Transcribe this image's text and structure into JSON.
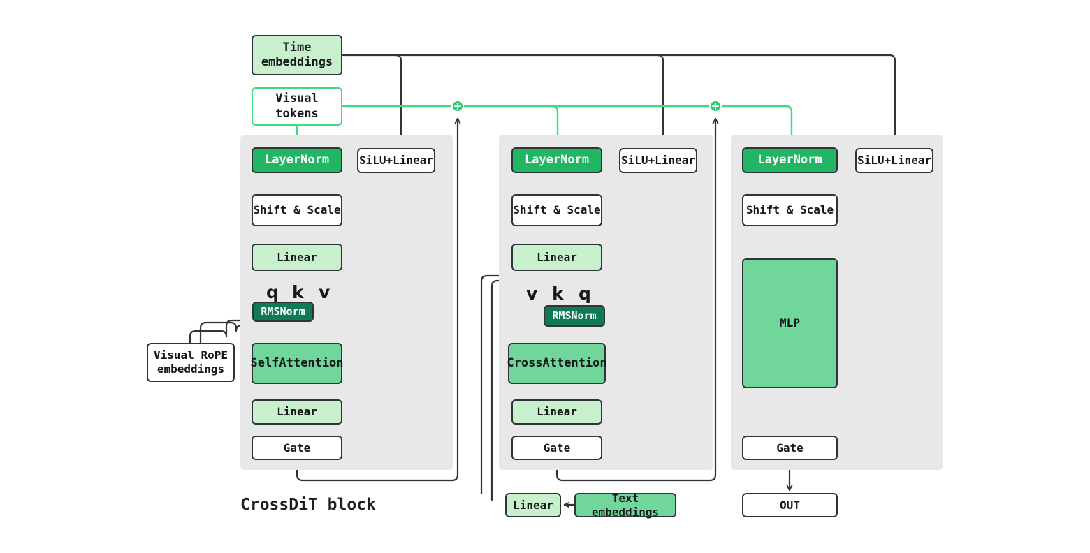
{
  "diagram": {
    "caption": "CrossDiT block",
    "colors": {
      "panel_bg": "#e8e8e8",
      "stroke": "#2f3437",
      "visual_token_green": "#3ddc80",
      "light_green": "#c8f0cd",
      "mid_green": "#71d69c",
      "dark_green": "#22b563",
      "teal_green": "#0e7a56",
      "white": "#ffffff"
    }
  },
  "inputs": {
    "time_embeddings": "Time\nembeddings",
    "time_embeddings_l1": "Time",
    "time_embeddings_l2": "embeddings",
    "visual_tokens": "Visual tokens",
    "visual_rope_l1": "Visual RoPE",
    "visual_rope_l2": "embeddings",
    "text_embeddings": "Text embeddings",
    "text_linear": "Linear"
  },
  "columns": [
    {
      "id": "self-attention-column",
      "layernorm": "LayerNorm",
      "silu_linear": "SiLU+Linear",
      "shift_scale": "Shift & Scale",
      "linear_in": "Linear",
      "qkv": [
        "q",
        "k",
        "v"
      ],
      "rmsnorm": "RMSNorm",
      "core": "SelfAttention",
      "linear_out": "Linear",
      "gate": "Gate"
    },
    {
      "id": "cross-attention-column",
      "layernorm": "LayerNorm",
      "silu_linear": "SiLU+Linear",
      "shift_scale": "Shift & Scale",
      "linear_in": "Linear",
      "qkv": [
        "v",
        "k",
        "q"
      ],
      "rmsnorm": "RMSNorm",
      "core": "CrossAttention",
      "linear_out": "Linear",
      "gate": "Gate"
    },
    {
      "id": "mlp-column",
      "layernorm": "LayerNorm",
      "silu_linear": "SiLU+Linear",
      "shift_scale": "Shift & Scale",
      "core": "MLP",
      "gate": "Gate"
    }
  ],
  "output": {
    "label": "OUT"
  },
  "junctions": {
    "plus": "+"
  }
}
